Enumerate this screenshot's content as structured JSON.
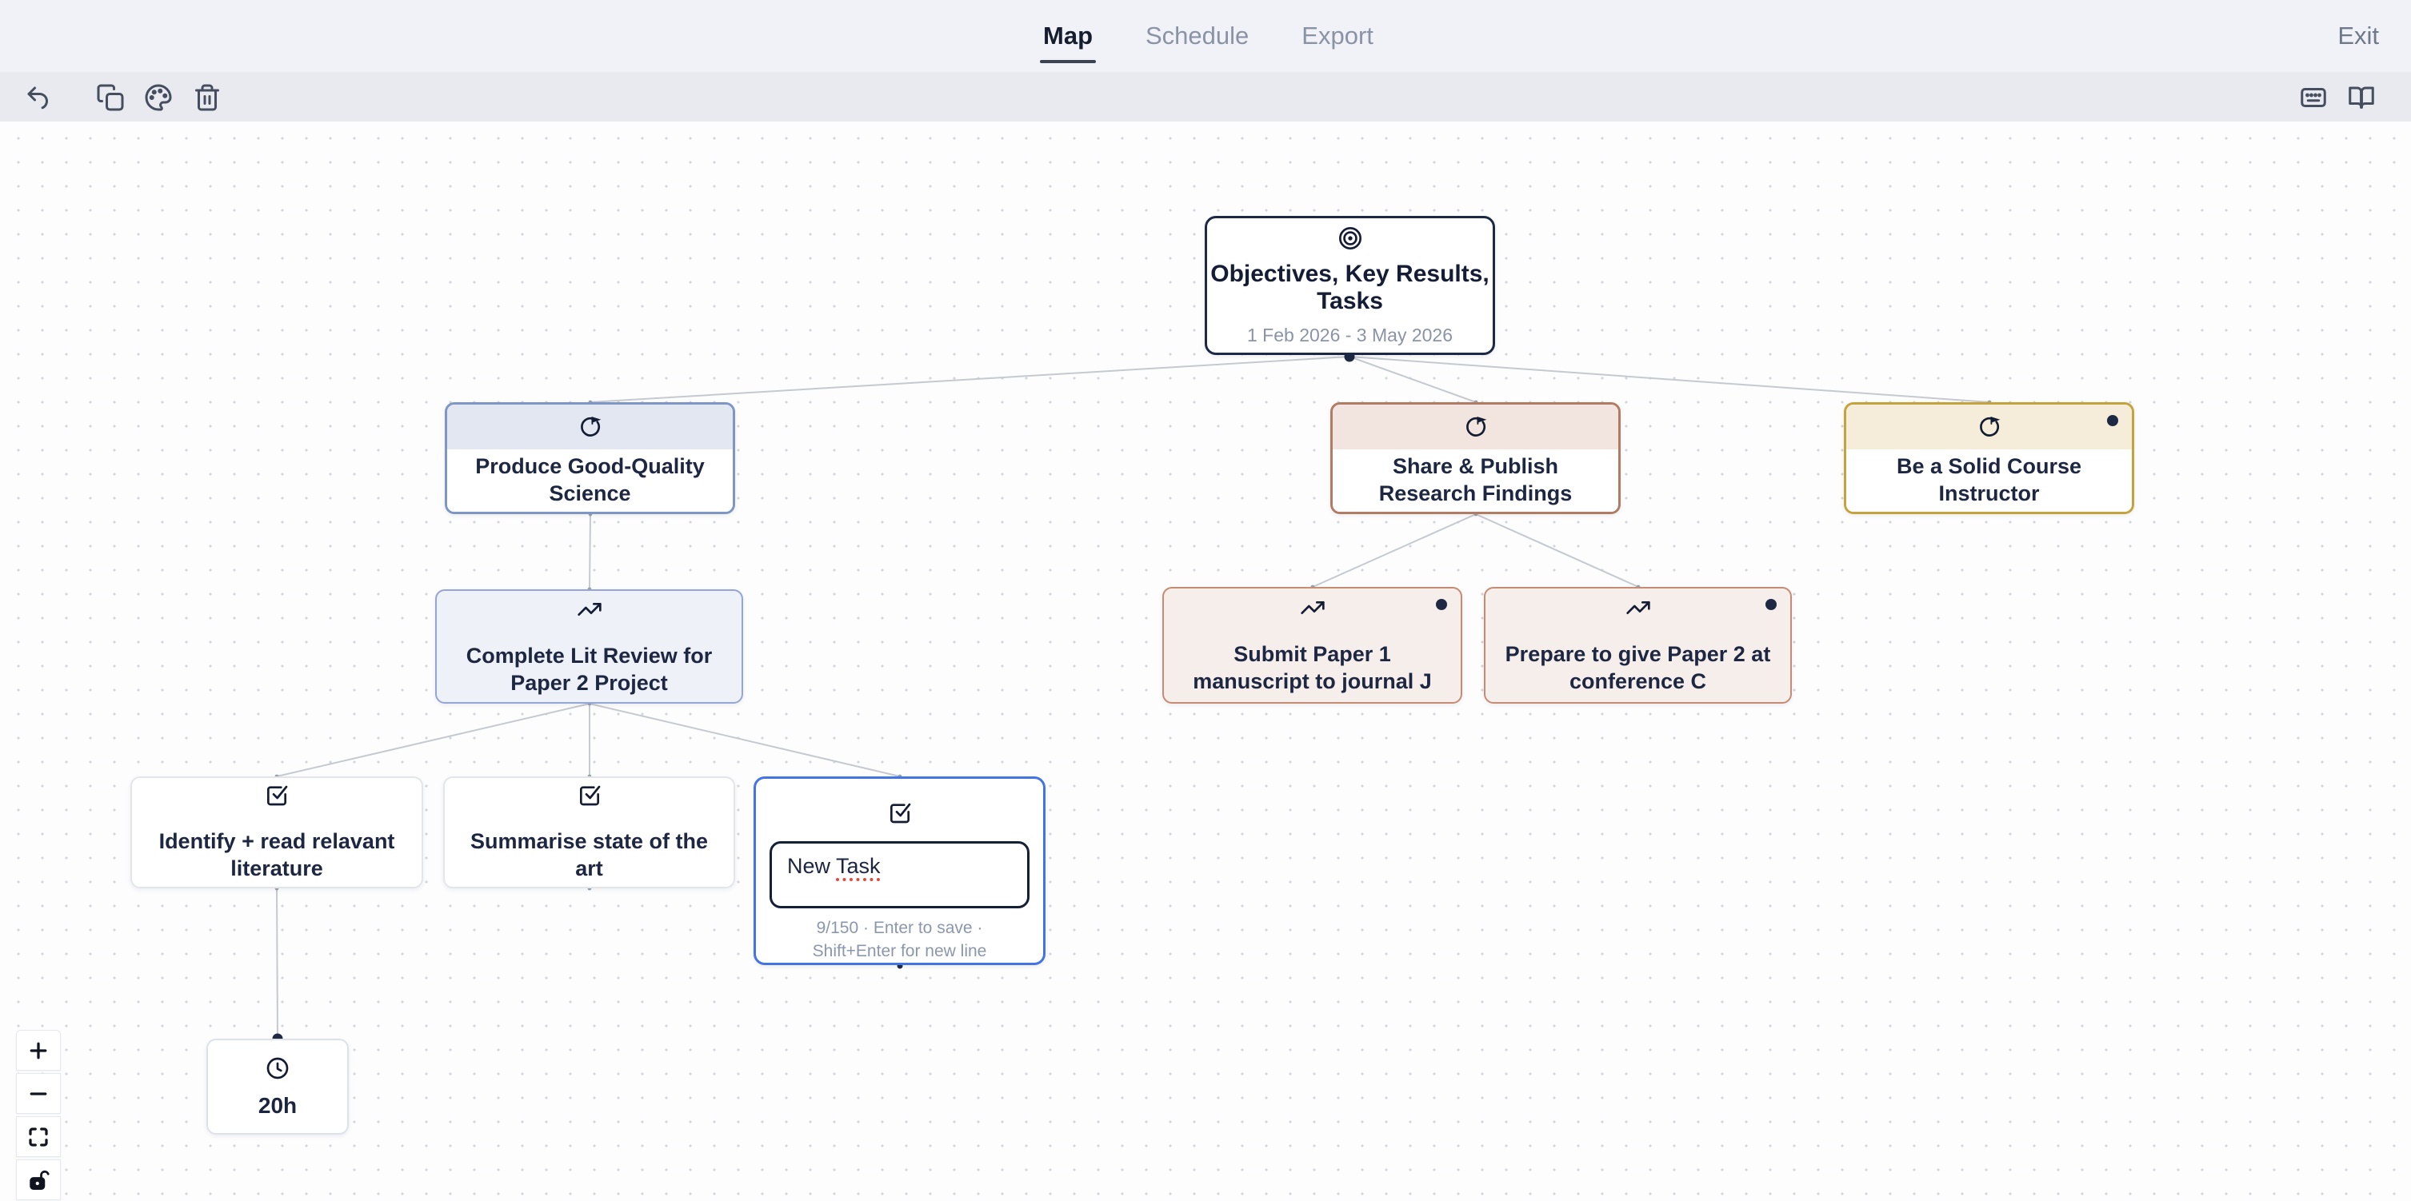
{
  "nav": {
    "tab_map": "Map",
    "tab_schedule": "Schedule",
    "tab_export": "Export",
    "exit": "Exit"
  },
  "toolbar": {
    "left_icons": [
      "undo-icon",
      "copy-icon",
      "palette-icon",
      "trash-icon"
    ],
    "right_icons": [
      "keyboard-icon",
      "book-open-icon"
    ]
  },
  "root": {
    "title": "Objectives, Key Results, Tasks",
    "dates": "1 Feb 2026 - 3 May 2026",
    "icon": "target-icon"
  },
  "objectives": [
    {
      "title": "Produce Good-Quality Science",
      "icon": "goal-icon",
      "border_color": "#7d96c5",
      "header_color": "#e3e7f2"
    },
    {
      "title": "Share & Publish Research Findings",
      "icon": "goal-icon",
      "border_color": "#b27b63",
      "header_color": "#f2e4de"
    },
    {
      "title": "Be a Solid Course Instructor",
      "icon": "goal-icon",
      "border_color": "#c5a33c",
      "header_color": "#f5edd9",
      "has_status_dot": true
    }
  ],
  "key_results": [
    {
      "title": "Complete Lit Review for Paper 2 Project",
      "icon": "trending-up-icon",
      "bg_color": "#eef1f8",
      "border_color": "#93a6d6"
    },
    {
      "title": "Submit Paper 1 manuscript to journal J",
      "icon": "trending-up-icon",
      "bg_color": "#f6eeea",
      "border_color": "#c58b73",
      "has_status_dot": true
    },
    {
      "title": "Prepare to give Paper 2 at conference C",
      "icon": "trending-up-icon",
      "bg_color": "#f6eeea",
      "border_color": "#c58b73",
      "has_status_dot": true
    }
  ],
  "tasks": [
    {
      "title": "Identify + read relavant literature",
      "icon": "check-square-icon"
    },
    {
      "title": "Summarise state of the art",
      "icon": "check-square-icon"
    }
  ],
  "editing_task": {
    "icon": "check-square-icon",
    "value_part1": "New ",
    "value_part2": "Task",
    "helper": "9/150 · Enter to save · Shift+Enter for new line",
    "selection_color": "#4374e4"
  },
  "duration": {
    "label": "20h",
    "icon": "clock-icon"
  },
  "zoom_controls": [
    "zoom-in",
    "zoom-out",
    "fit-view",
    "lock"
  ],
  "colors": {
    "nav_bg": "#f0f2f7",
    "toolbar_bg": "#e8eaf0",
    "canvas_bg": "#fdfdfe",
    "edge": "#c6c9d0",
    "root_border": "#1c2844",
    "status_dot": "#1e2a44"
  }
}
